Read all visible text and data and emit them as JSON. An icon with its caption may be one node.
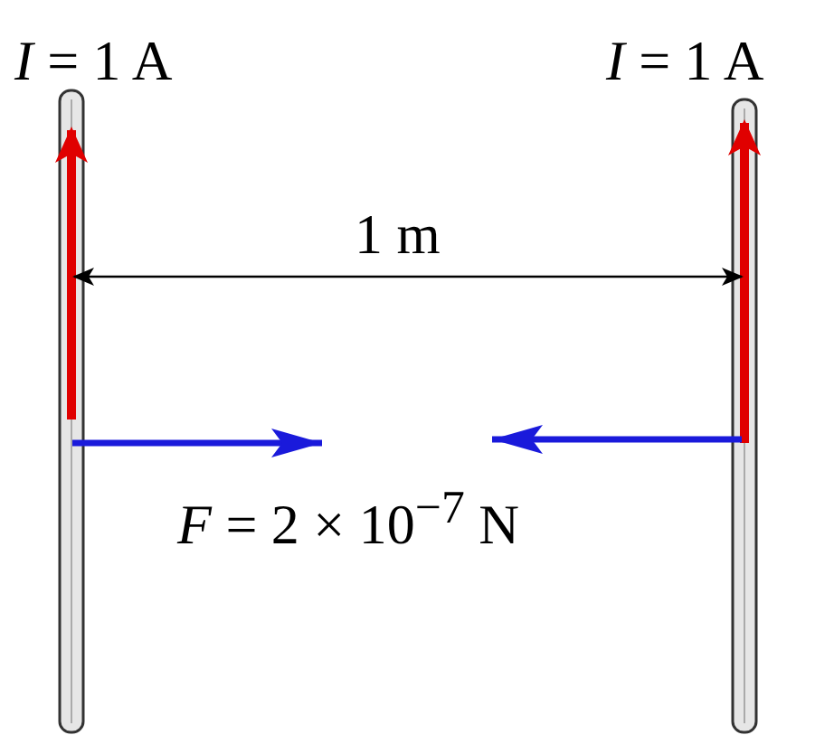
{
  "diagram": {
    "labels": [
      "*I* = 1 A",
      "*I* = 1 A",
      "1 m",
      "*F* = 2 × 10$^{−7}$ N"
    ]
  }
}
